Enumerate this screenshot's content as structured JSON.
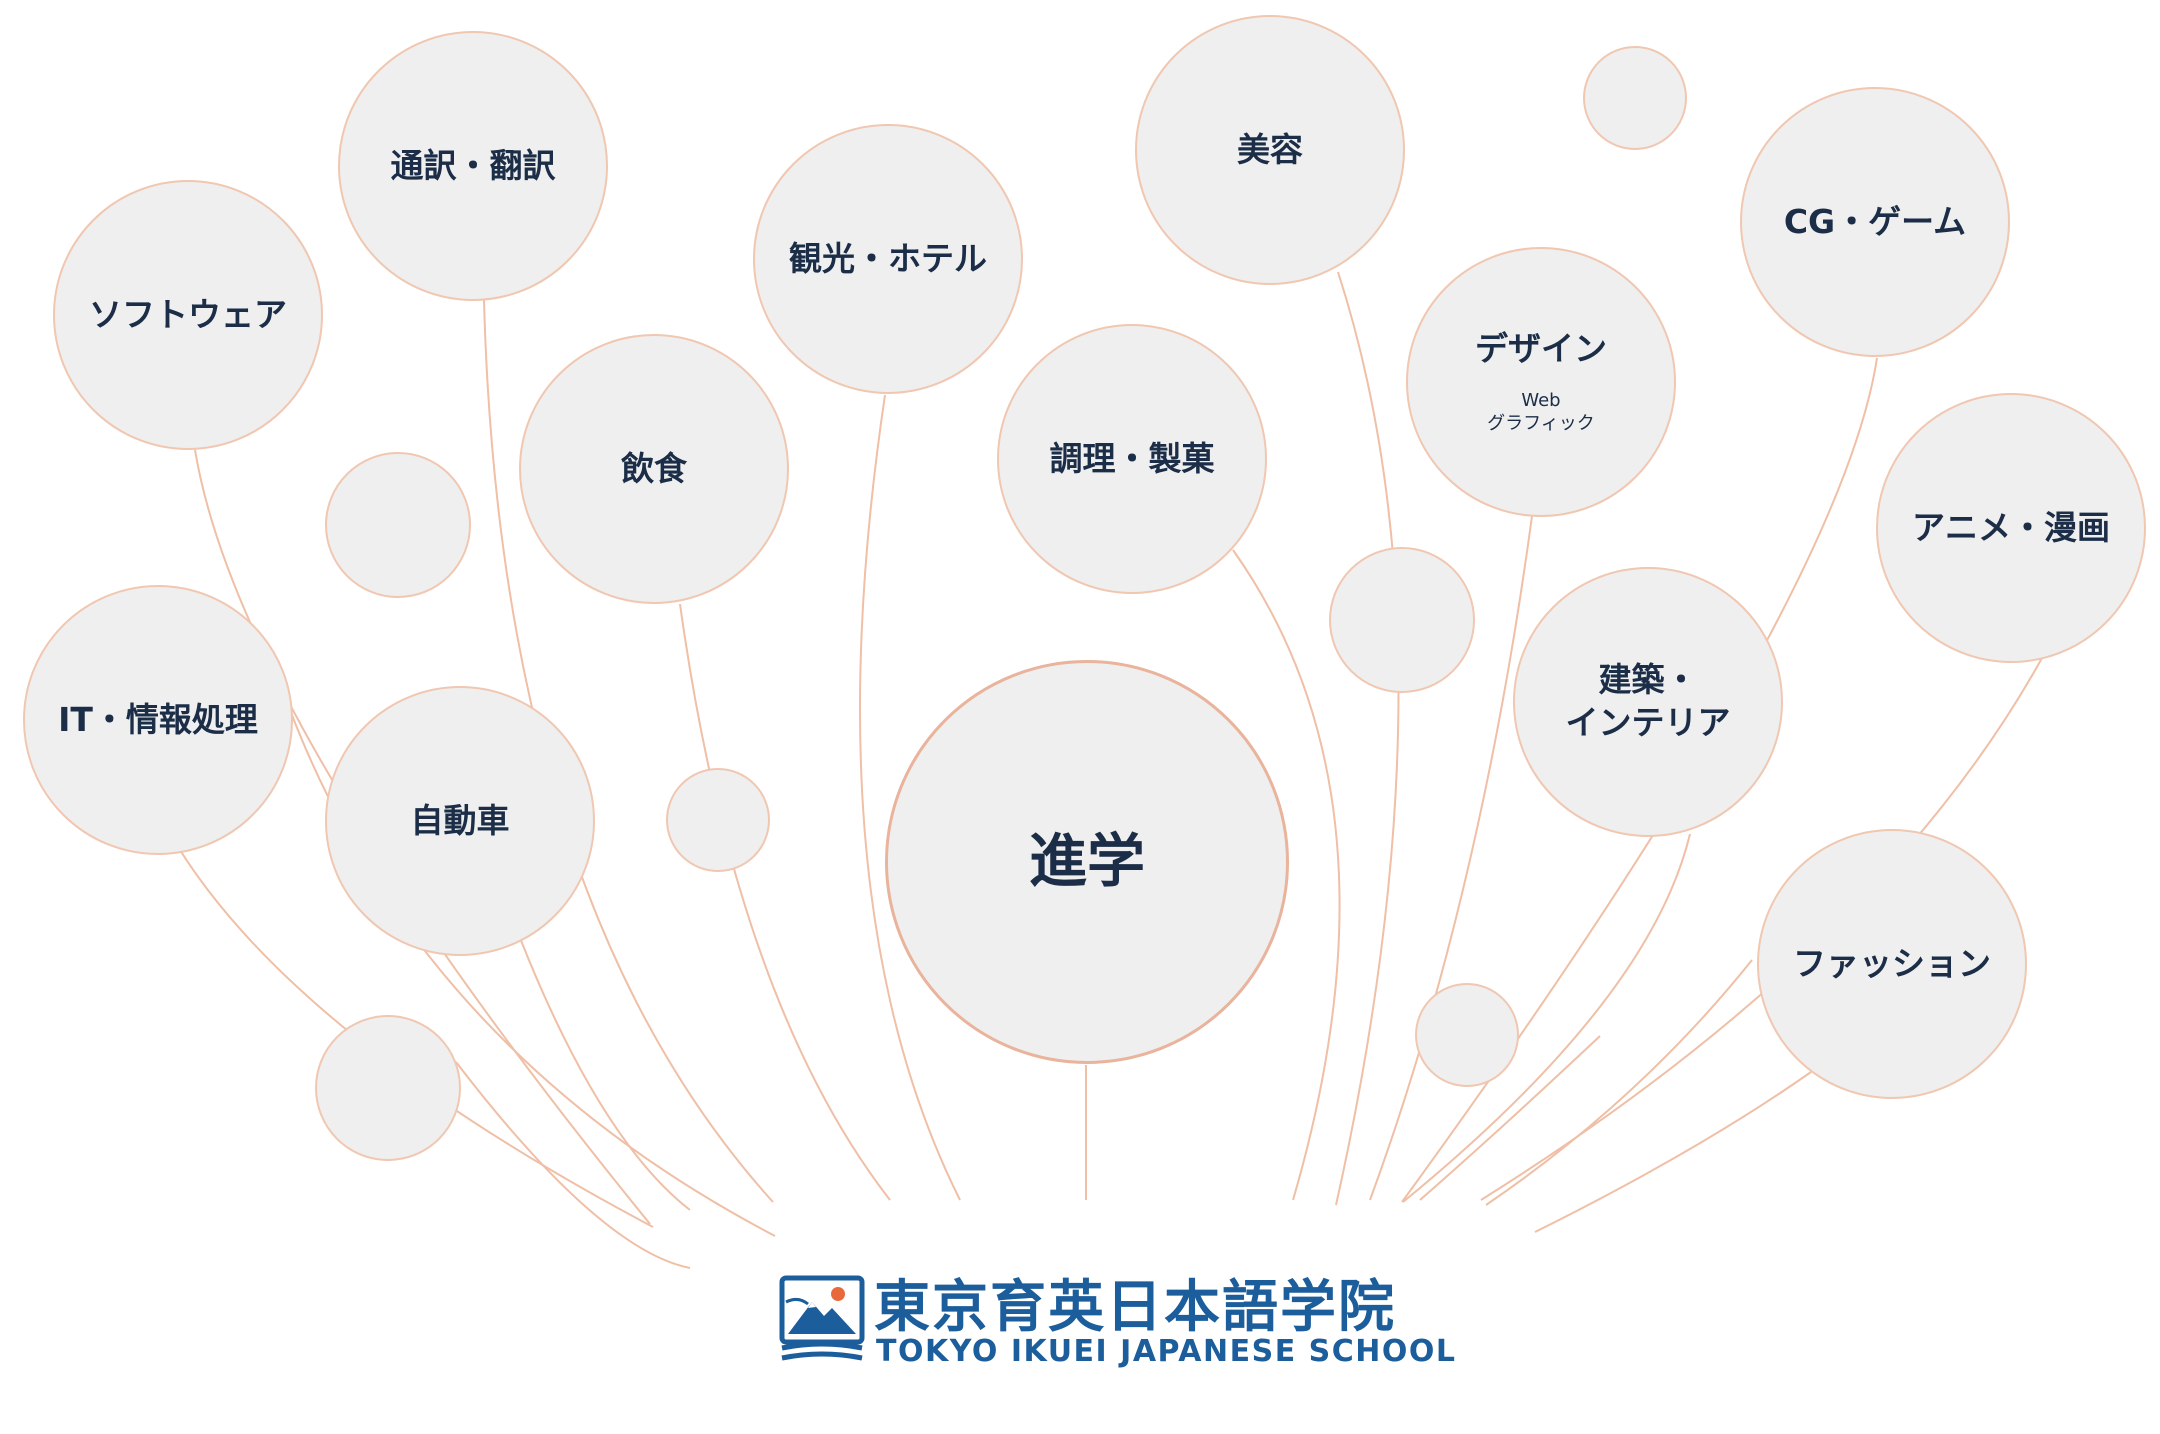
{
  "colors": {
    "bubble_fill": "#efefef",
    "bubble_border": "#f0c7b1",
    "connector_line": "#efbfa6",
    "label_text": "#1b2d47",
    "logo_blue": "#1c5d9c",
    "logo_orange": "#e86a3c"
  },
  "center": {
    "label": "進学"
  },
  "bubbles": [
    {
      "id": "software",
      "label": "ソフトウェア"
    },
    {
      "id": "tsuyaku",
      "label": "通訳・翻訳"
    },
    {
      "id": "inshoku",
      "label": "飲食"
    },
    {
      "id": "kanko",
      "label": "観光・ホテル"
    },
    {
      "id": "chori",
      "label": "調理・製菓"
    },
    {
      "id": "biyo",
      "label": "美容"
    },
    {
      "id": "design",
      "label": "デザイン",
      "sub": "Web\nグラフィック"
    },
    {
      "id": "cg",
      "label": "CG・ゲーム"
    },
    {
      "id": "anime",
      "label": "アニメ・漫画"
    },
    {
      "id": "it",
      "label": "IT・情報処理"
    },
    {
      "id": "jidosha",
      "label": "自動車"
    },
    {
      "id": "kenchiku",
      "label": "建築・\nインテリア"
    },
    {
      "id": "fashion",
      "label": "ファッション"
    }
  ],
  "logo": {
    "title": "東京育英日本語学院",
    "subtitle": "TOKYO IKUEI JAPANESE SCHOOL",
    "icon": "school-book-mountain-icon"
  }
}
